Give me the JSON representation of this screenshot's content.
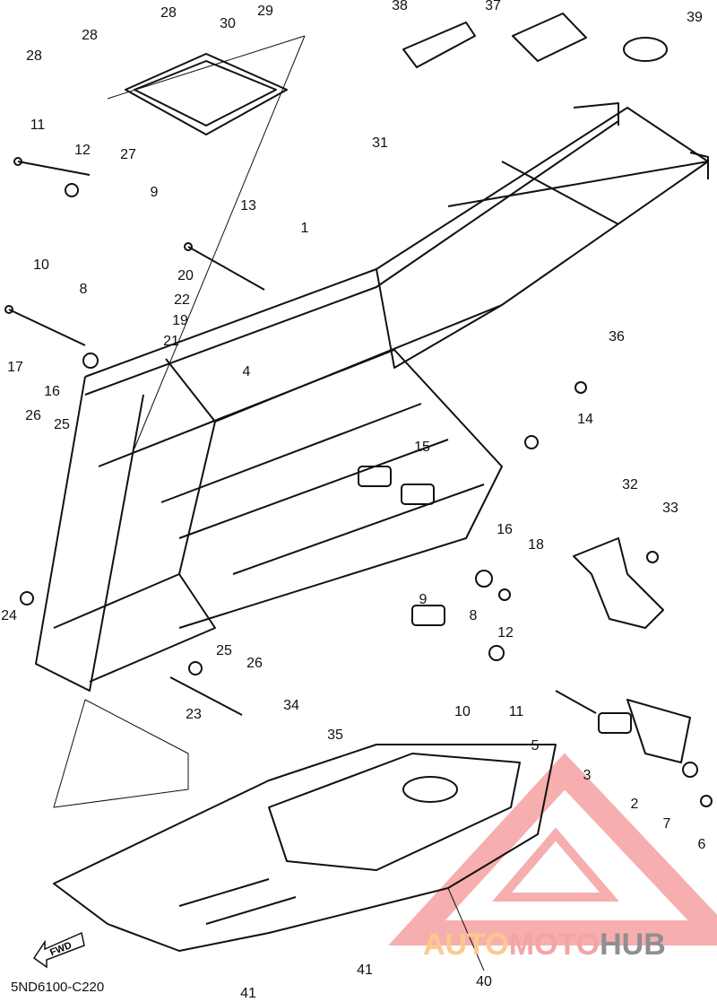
{
  "diagram": {
    "code": "5ND6100-C220",
    "fwd_label": "FWD",
    "callouts": [
      "28",
      "30",
      "29",
      "38",
      "37",
      "39",
      "28",
      "28",
      "11",
      "12",
      "9",
      "27",
      "31",
      "13",
      "1",
      "10",
      "8",
      "20",
      "22",
      "19",
      "21",
      "17",
      "16",
      "4",
      "36",
      "14",
      "26",
      "25",
      "15",
      "32",
      "33",
      "16",
      "18",
      "24",
      "9",
      "8",
      "12",
      "25",
      "26",
      "23",
      "34",
      "35",
      "10",
      "11",
      "5",
      "3",
      "2",
      "7",
      "6",
      "40",
      "41",
      "41"
    ]
  },
  "watermark": {
    "part1": "AUTO",
    "part2": "MOTO",
    "part3": "HUB",
    "colors": {
      "auto": "#fbc98c",
      "moto": "#f5a3a3",
      "hub": "#8f8f8f"
    }
  }
}
